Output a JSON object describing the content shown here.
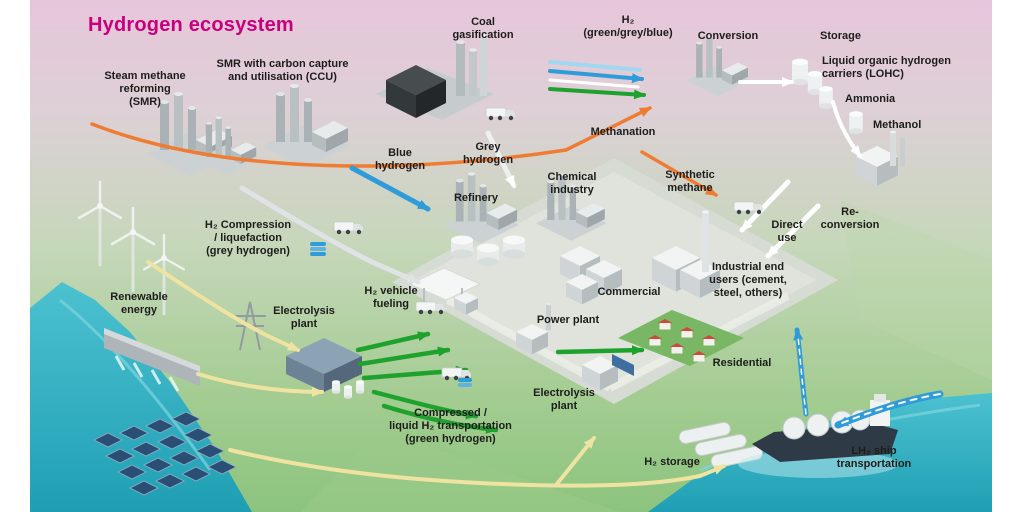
{
  "title": "Hydrogen ecosystem",
  "labels": {
    "smr": "Steam methane\nreforming\n(SMR)",
    "smr_ccu": "SMR with carbon capture\nand utilisation (CCU)",
    "coal_gasification": "Coal\ngasification",
    "h2_sources": "H₂\n(green/grey/blue)",
    "conversion": "Conversion",
    "storage": "Storage",
    "lohc": "Liquid organic hydrogen\ncarriers (LOHC)",
    "ammonia": "Ammonia",
    "methanol": "Methanol",
    "blue_hydrogen": "Blue\nhydrogen",
    "grey_hydrogen": "Grey\nhydrogen",
    "methanation": "Methanation",
    "refinery": "Refinery",
    "chemical_industry": "Chemical\nindustry",
    "synthetic_methane": "Synthetic\nmethane",
    "direct_use": "Direct\nuse",
    "reconversion": "Re-\nconversion",
    "h2_compression": "H₂ Compression\n/ liquefaction\n(grey hydrogen)",
    "renewable_energy": "Renewable\nenergy",
    "electrolysis_plant_west": "Electrolysis\nplant",
    "h2_vehicle_fueling": "H₂ vehicle\nfueling",
    "commercial": "Commercial",
    "industrial_end_users": "Industrial end\nusers (cement,\nsteel, others)",
    "power_plant": "Power plant",
    "residential": "Residential",
    "electrolysis_plant_south": "Electrolysis\nplant",
    "compressed_h2_transport": "Compressed /\nliquid H₂ transportation\n(green hydrogen)",
    "h2_storage": "H₂ storage",
    "lh2_ship": "LH₂ ship\ntransportation"
  },
  "colors": {
    "title_accent": "#c8007e",
    "green_hydrogen_flow": "#1fa12e",
    "blue_hydrogen_flow": "#2f9bd8",
    "grey_hydrogen_flow": "#dfe3e5",
    "synthetic_methane_flow": "#ef7c33",
    "renewable_electricity_flow": "#efe3a2",
    "water": "#2fb3c4",
    "label_text": "#1d1d1b"
  }
}
